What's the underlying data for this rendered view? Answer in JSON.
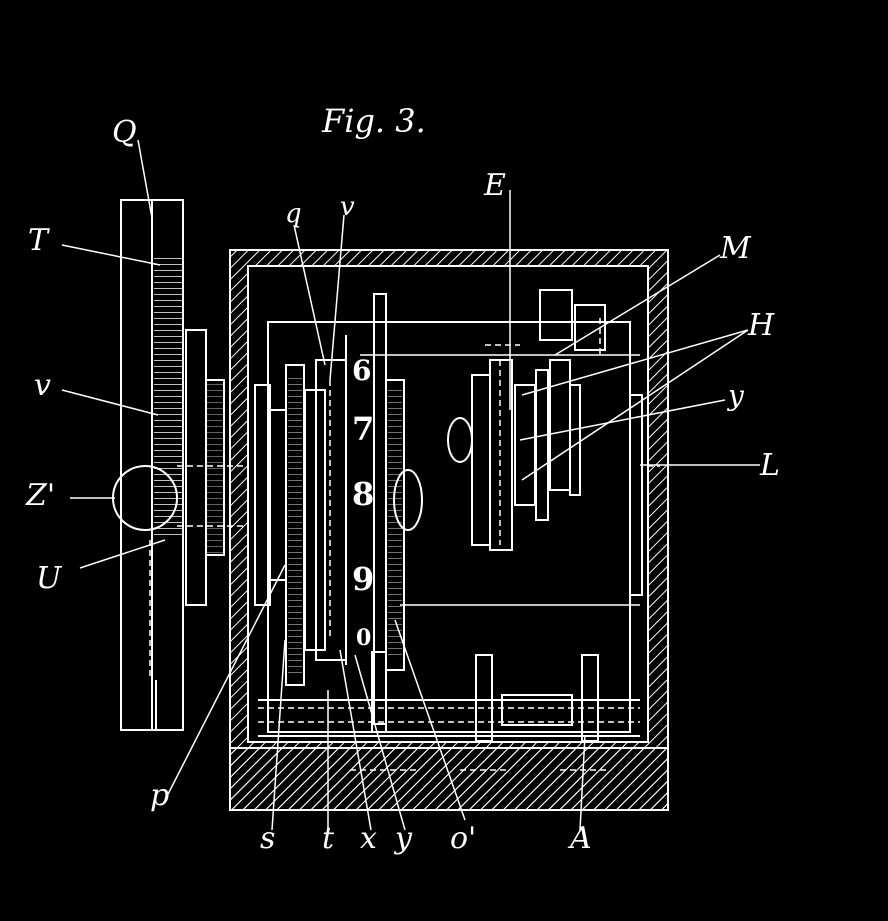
{
  "figure": {
    "title": "Fig. 3."
  },
  "dial_numbers": [
    "6",
    "7",
    "8",
    "9",
    "0"
  ],
  "labels": {
    "Q": "Q",
    "T": "T",
    "v_left": "v",
    "Z_prime": "Z'",
    "U": "U",
    "q": "q",
    "v_top": "v",
    "E": "E",
    "M": "M",
    "H": "H",
    "y_right": "y",
    "L": "L",
    "p": "p",
    "s": "s",
    "t": "t",
    "x": "x",
    "y_bottom": "y",
    "o_prime": "o'",
    "A": "A"
  },
  "colors": {
    "background": "#000000",
    "ink": "#ffffff"
  }
}
